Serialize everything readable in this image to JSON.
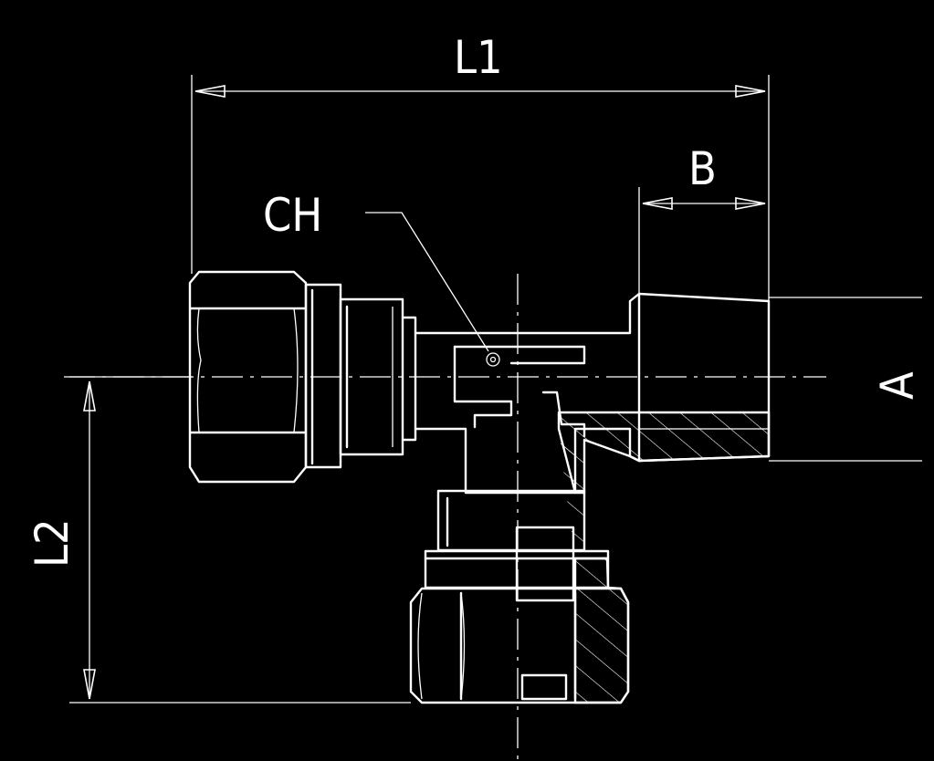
{
  "labels": {
    "l1": "L1",
    "l2": "L2",
    "b": "B",
    "ch": "CH",
    "a": "A"
  },
  "colors": {
    "background": "#000000",
    "lines": "#ffffff"
  }
}
